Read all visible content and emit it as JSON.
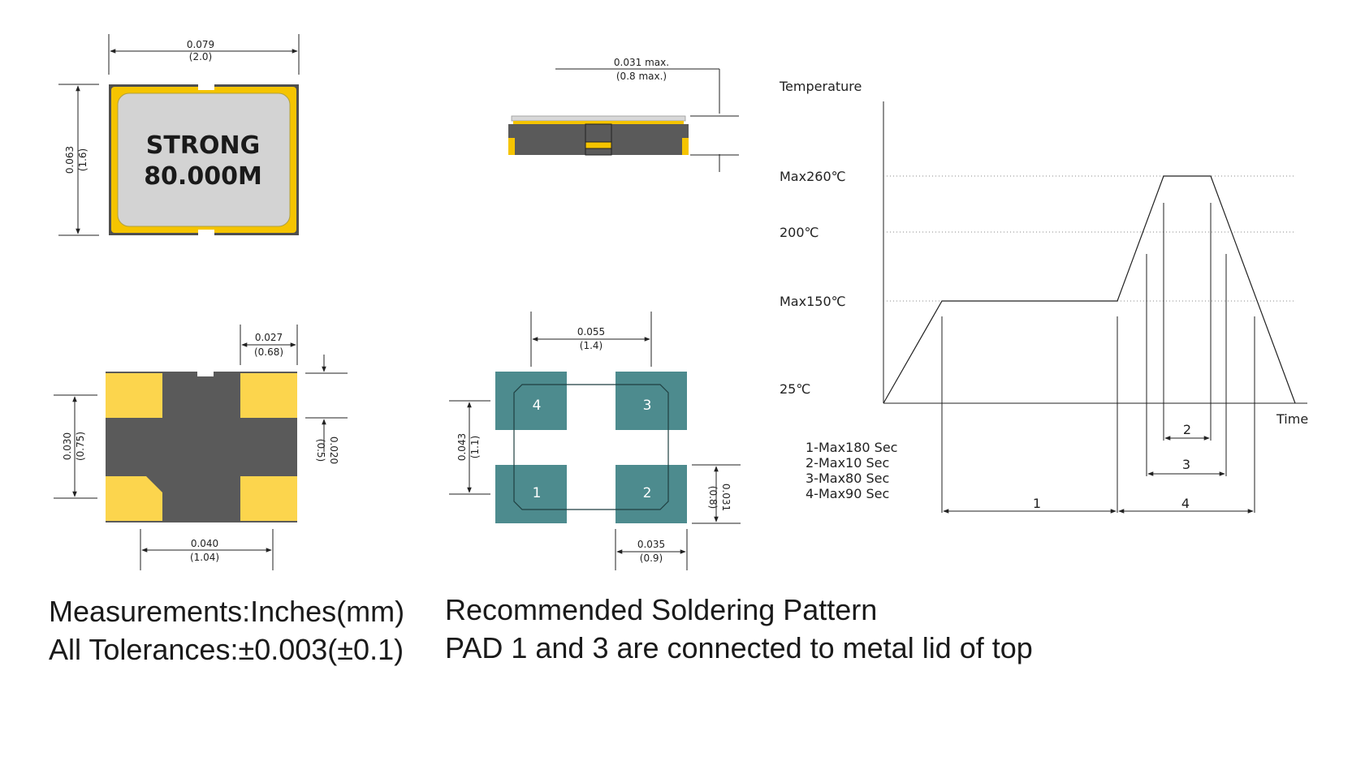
{
  "top_view": {
    "marking_line1": "STRONG",
    "marking_line2": "80.000M",
    "width_in": "0.079",
    "width_mm": "(2.0)",
    "height_in": "0.063",
    "height_mm": "(1.6)"
  },
  "side_view": {
    "thickness_in": "0.031 max.",
    "thickness_mm": "(0.8 max.)"
  },
  "bottom_view": {
    "pad_width_in": "0.027",
    "pad_width_mm": "(0.68)",
    "pitch_x_in": "0.040",
    "pitch_x_mm": "(1.04)",
    "pitch_y_in": "0.030",
    "pitch_y_mm": "(0.75)",
    "pad_height_in": "0.020",
    "pad_height_mm": "(0.5)"
  },
  "solder_pattern": {
    "pads": [
      "1",
      "2",
      "3",
      "4"
    ],
    "span_x_in": "0.055",
    "span_x_mm": "(1.4)",
    "span_y_in": "0.043",
    "span_y_mm": "(1.1)",
    "pad_w_in": "0.035",
    "pad_w_mm": "(0.9)",
    "pad_h_in": "0.031",
    "pad_h_mm": "(0.8)"
  },
  "reflow": {
    "y_label": "Temperature",
    "x_label": "Time",
    "levels": [
      "Max260℃",
      "200℃",
      "Max150℃",
      "25℃"
    ],
    "zones": [
      "1",
      "2",
      "3",
      "4"
    ],
    "legend": [
      "1-Max180 Sec",
      "2-Max10 Sec",
      "3-Max80 Sec",
      "4-Max90 Sec"
    ]
  },
  "notes": {
    "measurements": "Measurements:Inches(mm)",
    "tolerances": "All Tolerances:±0.003(±0.1)",
    "pattern_title": "Recommended Soldering Pattern",
    "pad_note": "PAD 1 and 3 are connected to metal lid of top"
  },
  "colors": {
    "gold": "#f5c400",
    "pad_gold": "#fcd54d",
    "body_gray": "#5a5a5a",
    "lid_gray": "#cfcfcf",
    "teal_pad": "#4d8b8e"
  }
}
